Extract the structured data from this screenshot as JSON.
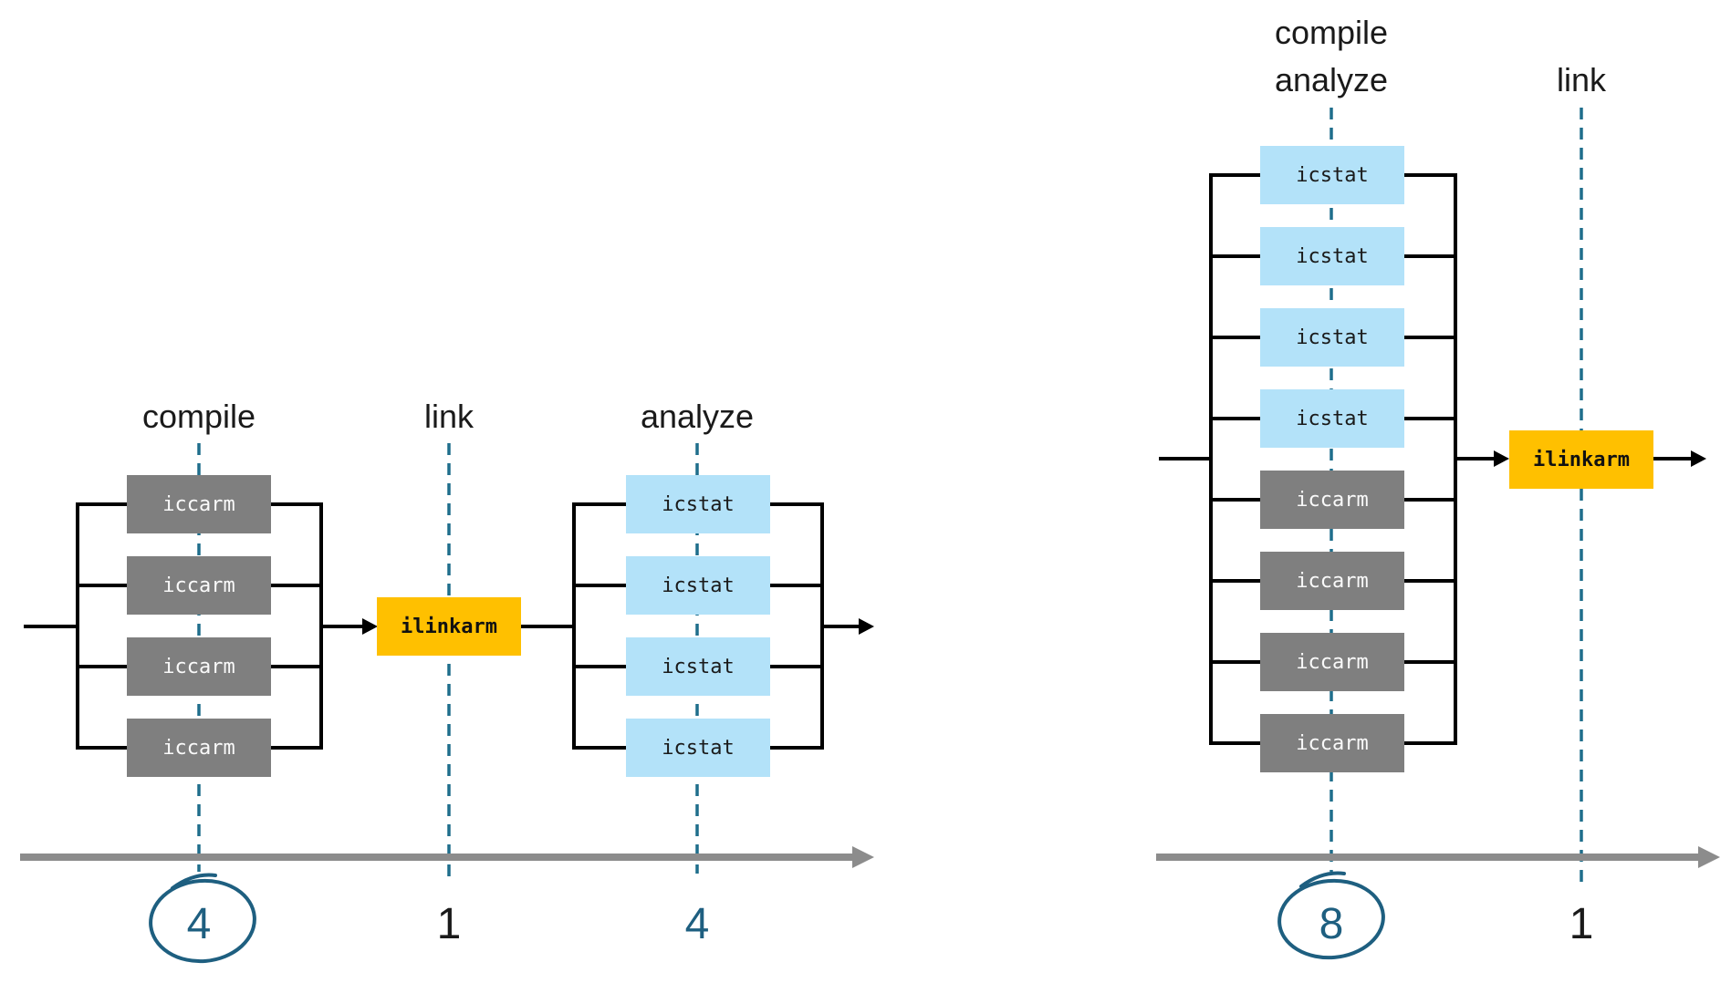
{
  "colors": {
    "compiler_box_fill": "#7f7f7f",
    "compiler_box_text": "#fafafa",
    "analyzer_box_fill": "#b3e2f9",
    "analyzer_box_text": "#1a1a1a",
    "linker_box_fill": "#ffc000",
    "linker_box_text": "#111111",
    "phase_dashed_line": "#1f6e8c",
    "annotation_teal": "#1e5f80",
    "timeline_gray": "#8c8c8c",
    "connector_black": "#000000"
  },
  "left_diagram": {
    "phases": [
      {
        "label": "compile"
      },
      {
        "label": "link"
      },
      {
        "label": "analyze"
      }
    ],
    "compile_boxes": [
      "iccarm",
      "iccarm",
      "iccarm",
      "iccarm"
    ],
    "link_box": "ilinkarm",
    "analyze_boxes": [
      "icstat",
      "icstat",
      "icstat",
      "icstat"
    ],
    "counts": [
      {
        "value": "4",
        "circled": true
      },
      {
        "value": "1",
        "circled": false
      },
      {
        "value": "4",
        "circled": false
      }
    ]
  },
  "right_diagram": {
    "phases": [
      {
        "label": "compile"
      },
      {
        "label": "analyze"
      },
      {
        "label": "link"
      }
    ],
    "combined_boxes": [
      "icstat",
      "icstat",
      "icstat",
      "icstat",
      "iccarm",
      "iccarm",
      "iccarm",
      "iccarm"
    ],
    "link_box": "ilinkarm",
    "counts": [
      {
        "value": "8",
        "circled": true
      },
      {
        "value": "1",
        "circled": false
      }
    ]
  }
}
